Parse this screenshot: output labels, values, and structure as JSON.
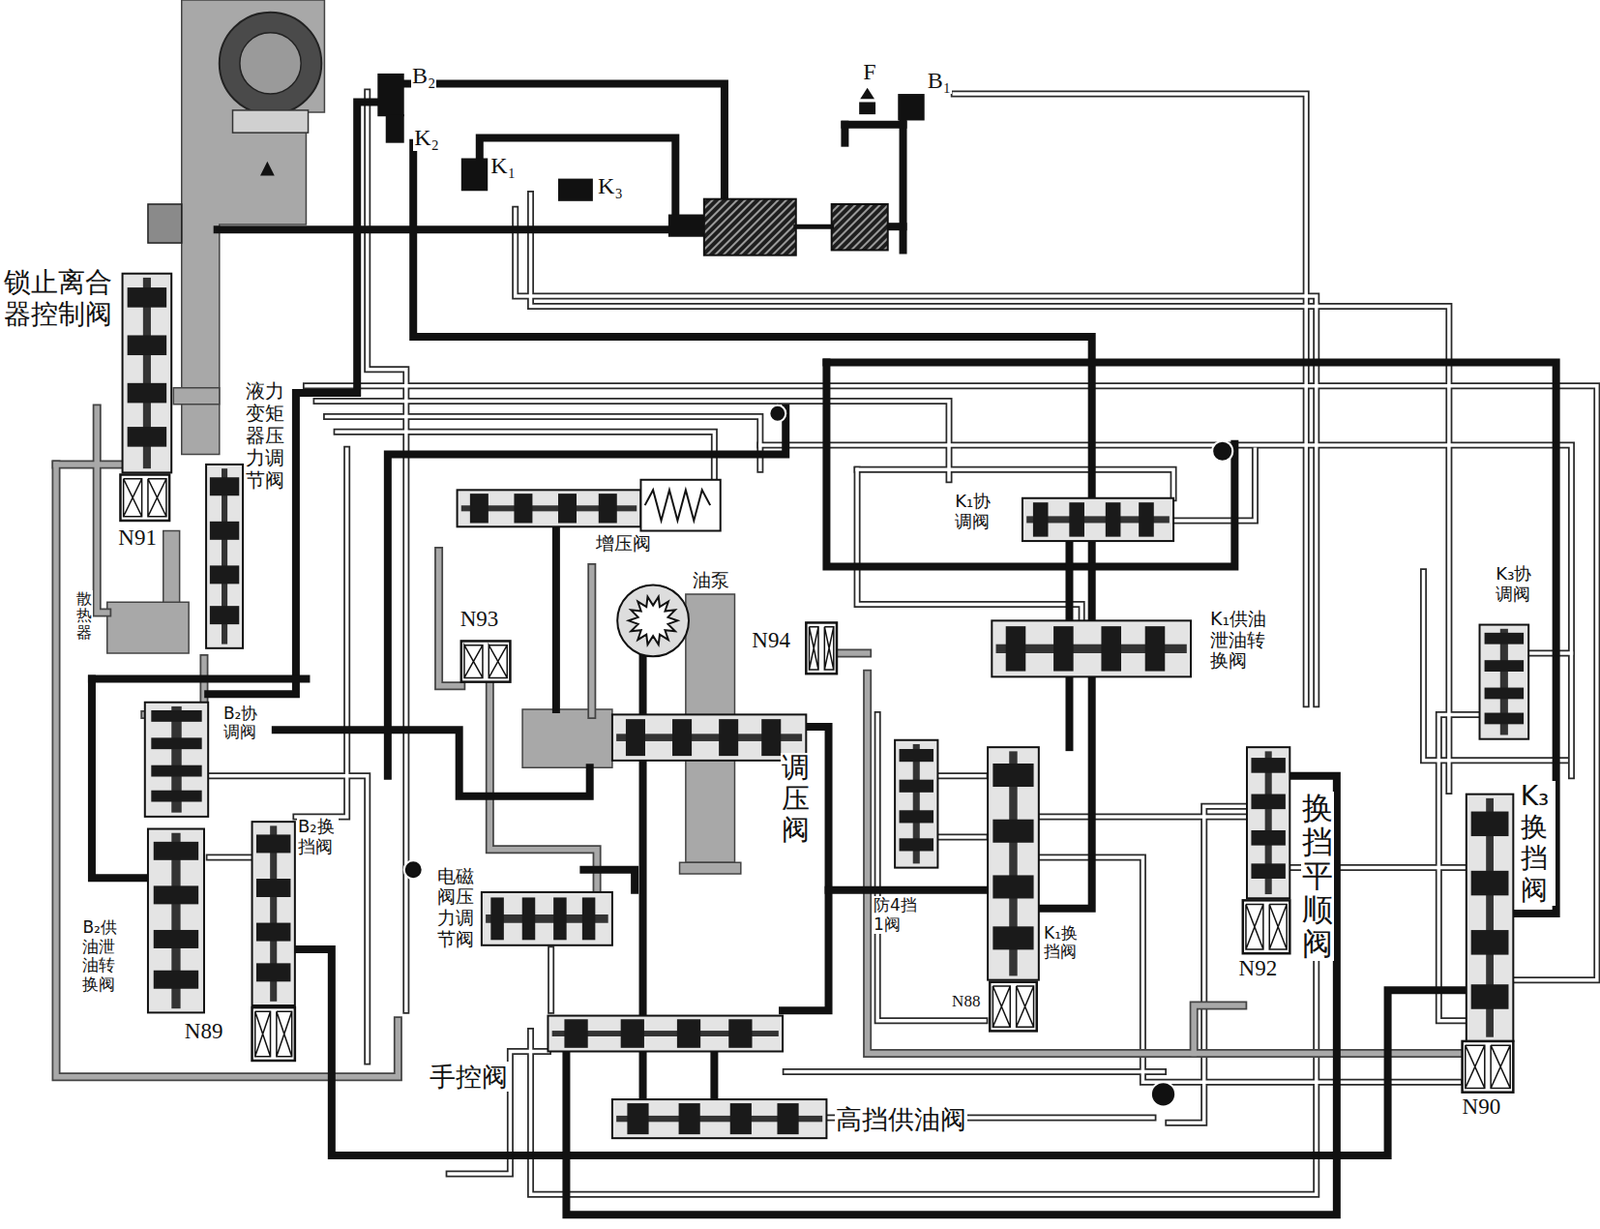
{
  "diagram": {
    "labels": [
      "B₂",
      "F",
      "B₁",
      "K₂",
      "K₁",
      "K₃",
      "锁止离合器控制阀",
      "液力变矩器压力调节阀",
      "K₁协调阀",
      "增压阀",
      "N91",
      "油泵",
      "K₃协调阀",
      "散热器",
      "N93",
      "K₁供油泄油转换阀",
      "N94",
      "B₂协调阀",
      "调压阀",
      "K₃换挡阀",
      "换挡平顺阀",
      "B₂换挡阀",
      "电磁阀压力调节阀",
      "防4挡1阀",
      "K₁换挡阀",
      "B₂供油泄油转换阀",
      "N92",
      "N88",
      "N89",
      "手控阀",
      "N90",
      "高挡供油阀"
    ]
  }
}
